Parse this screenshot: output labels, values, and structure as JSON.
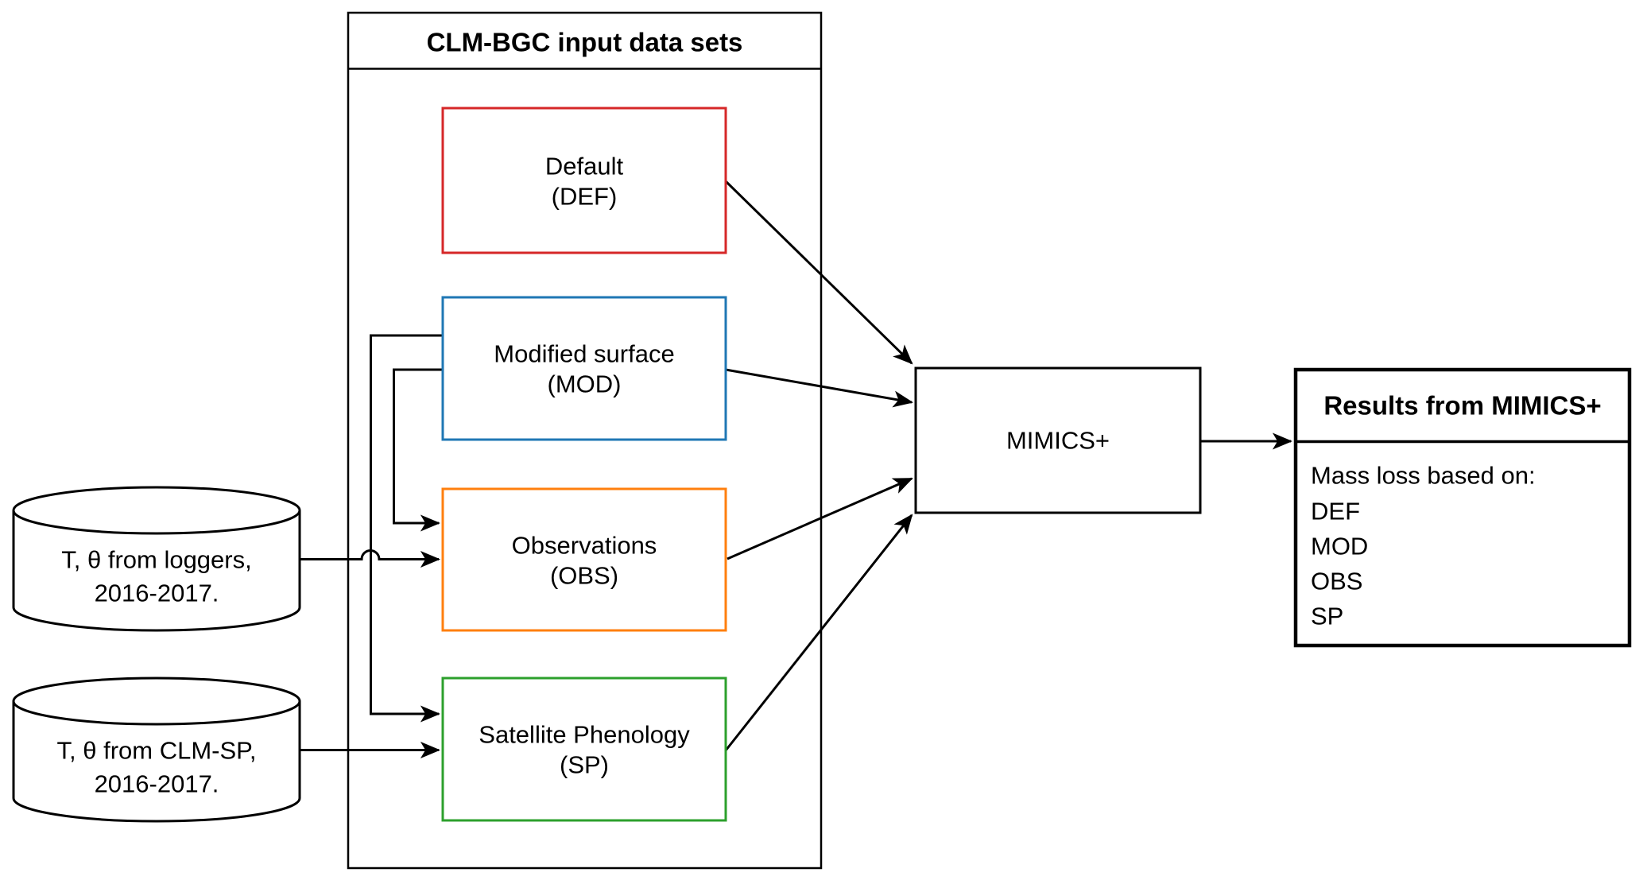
{
  "palette": {
    "red": "#d62728",
    "blue": "#1f77b4",
    "orange": "#ff7f0e",
    "green": "#2ca02c",
    "black": "#000000"
  },
  "diagram": {
    "container": {
      "title": "CLM-BGC input data sets"
    },
    "input_boxes": [
      {
        "id": "DEF",
        "line1": "Default",
        "line2": "(DEF)",
        "color": "#d62728"
      },
      {
        "id": "MOD",
        "line1": "Modified surface",
        "line2": "(MOD)",
        "color": "#1f77b4"
      },
      {
        "id": "OBS",
        "line1": "Observations",
        "line2": "(OBS)",
        "color": "#ff7f0e"
      },
      {
        "id": "SP",
        "line1": "Satellite Phenology",
        "line2": "(SP)",
        "color": "#2ca02c"
      }
    ],
    "datastores": [
      {
        "line1": "T, θ from loggers,",
        "line2": "2016-2017."
      },
      {
        "line1": "T, θ from CLM-SP,",
        "line2": "2016-2017."
      }
    ],
    "model": {
      "label": "MIMICS+"
    },
    "results": {
      "title": "Results from MIMICS+",
      "subtitle": "Mass loss based on:",
      "items": [
        {
          "label": "DEF",
          "color": "#d62728"
        },
        {
          "label": "MOD",
          "color": "#1f77b4"
        },
        {
          "label": "OBS",
          "color": "#ff7f0e"
        },
        {
          "label": "SP",
          "color": "#2ca02c"
        }
      ]
    }
  }
}
